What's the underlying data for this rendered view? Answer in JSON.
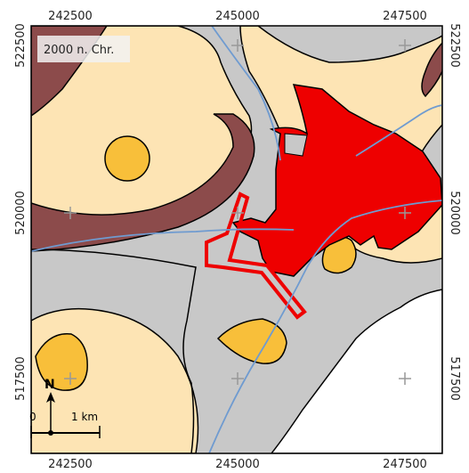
{
  "map": {
    "era_label": "2000 n. Chr.",
    "x_ticks": [
      "242500",
      "245000",
      "247500"
    ],
    "y_ticks": [
      "522500",
      "520000",
      "517500"
    ],
    "north_label": "N",
    "scale": {
      "start": "0",
      "end": "1 km"
    },
    "colors": {
      "background_gray": "#c8c8c8",
      "sand": "#fde4b4",
      "dune_core": "#f8bf3a",
      "peat_brown": "#8c4b4b",
      "settlement_red": "#ee0000",
      "water_line": "#6f9bd0",
      "sea_white": "#ffffff"
    },
    "icons": [
      "grid-cross-icon",
      "north-arrow-icon"
    ]
  }
}
